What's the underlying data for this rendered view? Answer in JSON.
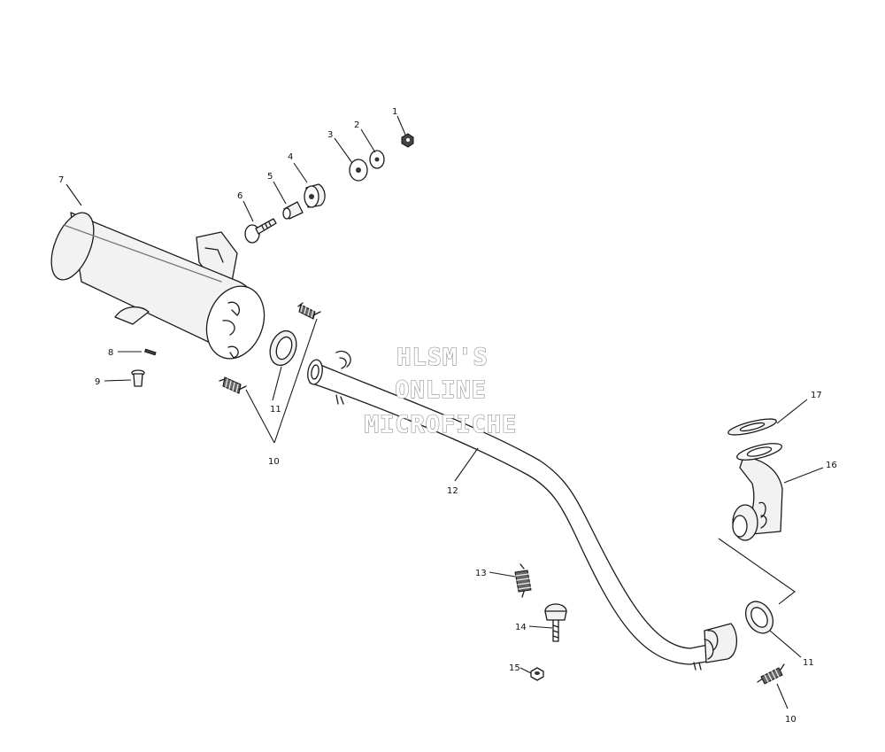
{
  "watermark": {
    "line1": "HLSM'S",
    "line2": "ONLINE",
    "line3": "MICROFICHE"
  },
  "callouts": [
    "1",
    "2",
    "3",
    "4",
    "5",
    "6",
    "7",
    "8",
    "9",
    "10",
    "11",
    "12",
    "13",
    "14",
    "15",
    "16",
    "17"
  ],
  "callouts_repeat": {
    "label_11b": "11",
    "label_10b": "10"
  }
}
